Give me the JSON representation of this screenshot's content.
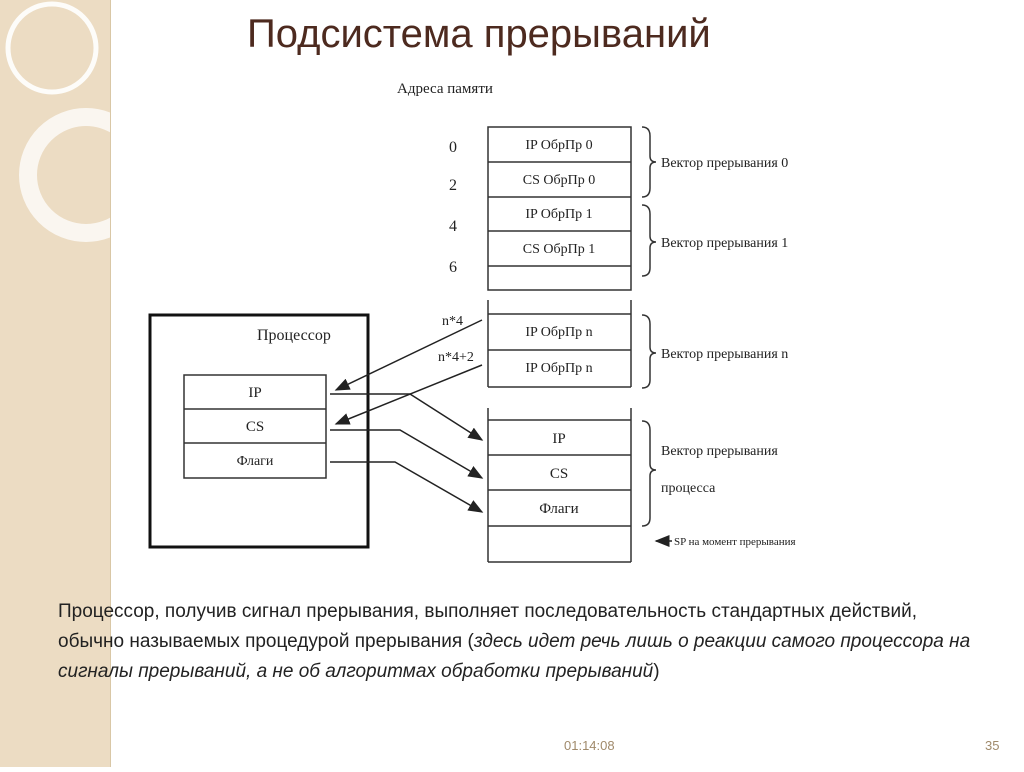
{
  "slide": {
    "title": "Подсистема прерываний",
    "time": "01:14:08",
    "page_number": "35"
  },
  "diagram": {
    "memory_header": "Адреса памяти",
    "addresses": [
      "0",
      "2",
      "4",
      "6"
    ],
    "n_addresses": [
      "n*4",
      "n*4+2"
    ],
    "memory_cells": [
      "IP ОбрПр 0",
      "CS ОбрПр 0",
      "IP ОбрПр 1",
      "CS ОбрПр 1",
      "IP ОбрПр n",
      "IP ОбрПр n"
    ],
    "vector_labels": [
      "Вектор прерывания 0",
      "Вектор прерывания 1",
      "Вектор прерывания n"
    ],
    "processor_label": "Процессор",
    "processor_registers": [
      "IP",
      "CS",
      "Флаги"
    ],
    "stack_cells": [
      "IP",
      "CS",
      "Флаги"
    ],
    "process_vector_label_line1": "Вектор прерывания",
    "process_vector_label_line2": "процесса",
    "sp_label": "SP на момент прерывания"
  },
  "text": {
    "p1": "Процессор, получив сигнал прерывания, выполняет последовательность стандартных действий, обычно называемых процедурой прерывания (",
    "p2_italic": "здесь идет речь лишь о реакции самого процессора на сигналы прерываний, а не об алгоритмах обработки прерываний",
    "p3": ")"
  }
}
